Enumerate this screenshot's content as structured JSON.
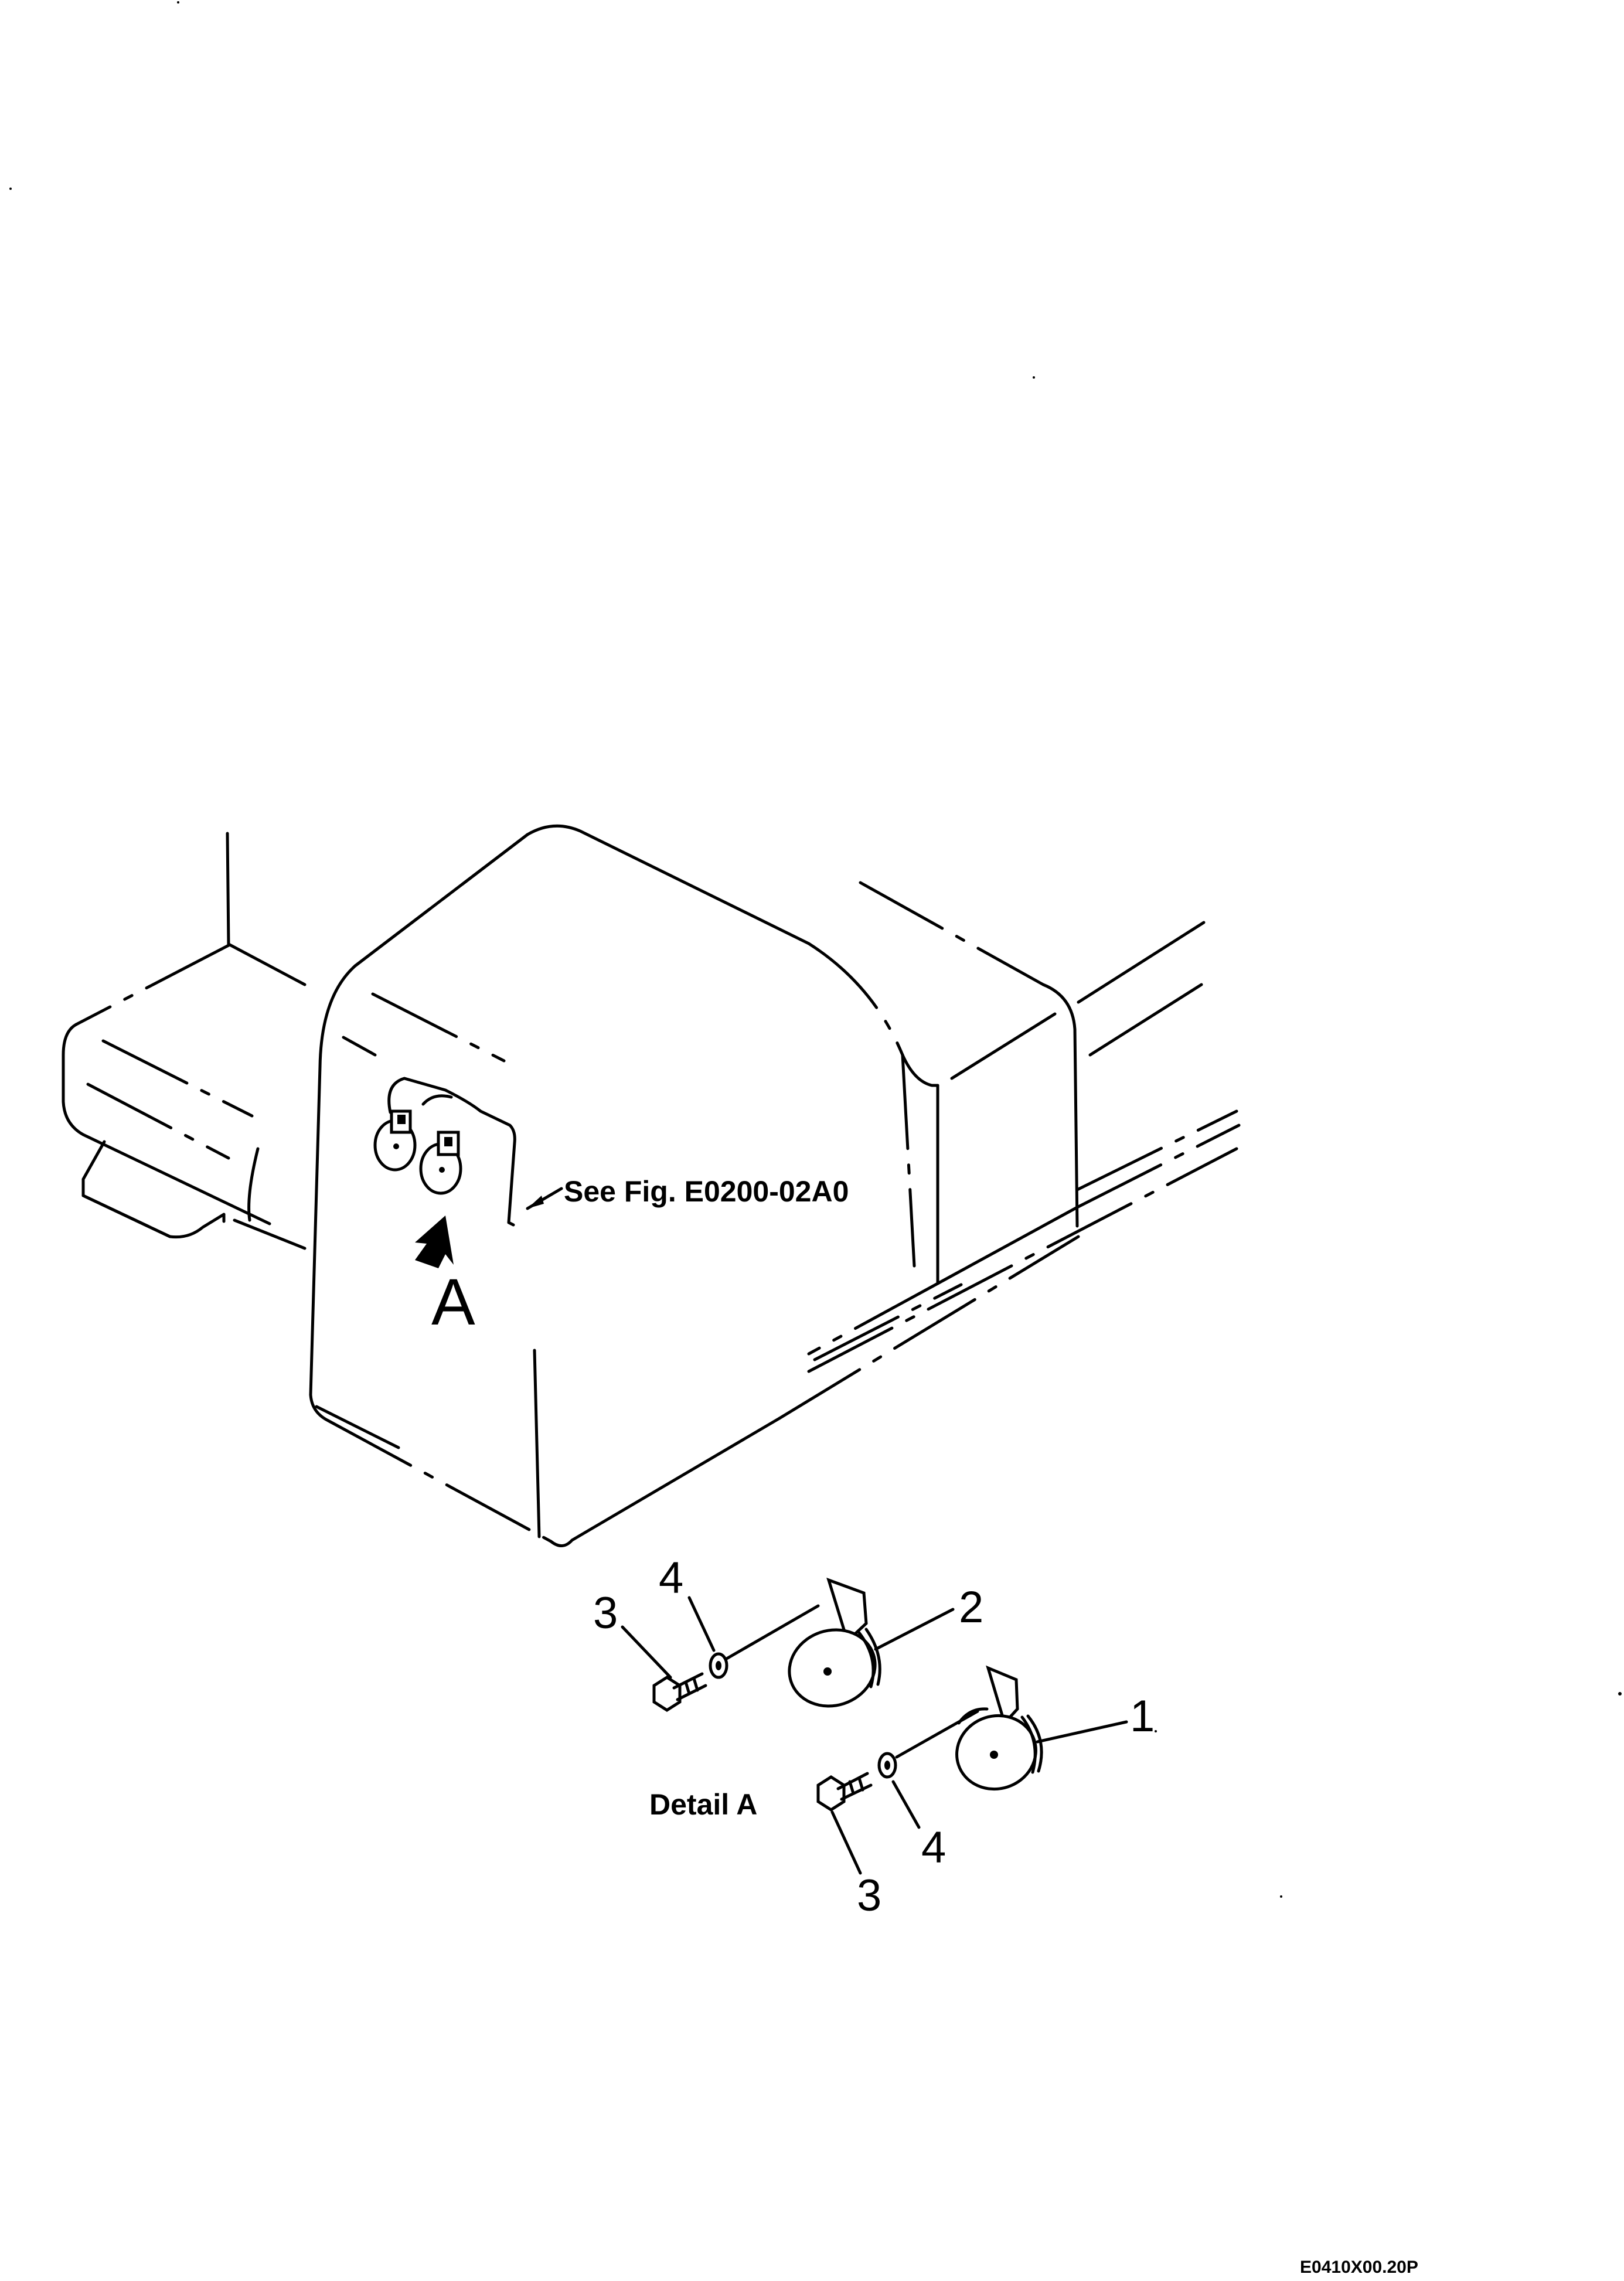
{
  "reference_text": "See Fig. E0200-02A0",
  "view_arrow_label": "A",
  "detail_caption": "Detail A",
  "callouts": {
    "horn_lower": "1",
    "horn_upper": "2",
    "bolt_upper": "3",
    "washer_upper": "4",
    "bolt_lower": "3",
    "washer_lower": "4"
  },
  "drawing_code": "E0410X00.20P"
}
